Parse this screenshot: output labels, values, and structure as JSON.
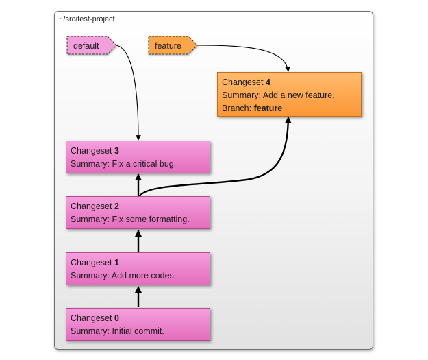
{
  "repository": {
    "path": "~/src/test-project"
  },
  "labels": {
    "changeset": "Changeset",
    "summary": "Summary:",
    "branch": "Branch:"
  },
  "branch_tags": [
    {
      "name": "default",
      "color": "#f39fdc"
    },
    {
      "name": "feature",
      "color": "#fba64a"
    }
  ],
  "changesets": [
    {
      "rev": "0",
      "summary": "Initial commit.",
      "color": "#ee86cf"
    },
    {
      "rev": "1",
      "summary": "Add more codes.",
      "color": "#ee86cf"
    },
    {
      "rev": "2",
      "summary": "Fix some formatting.",
      "color": "#ee86cf"
    },
    {
      "rev": "3",
      "summary": "Fix a critical bug.",
      "color": "#ee86cf"
    },
    {
      "rev": "4",
      "summary": "Add a new feature.",
      "branch": "feature",
      "color": "#fda14c"
    }
  ]
}
